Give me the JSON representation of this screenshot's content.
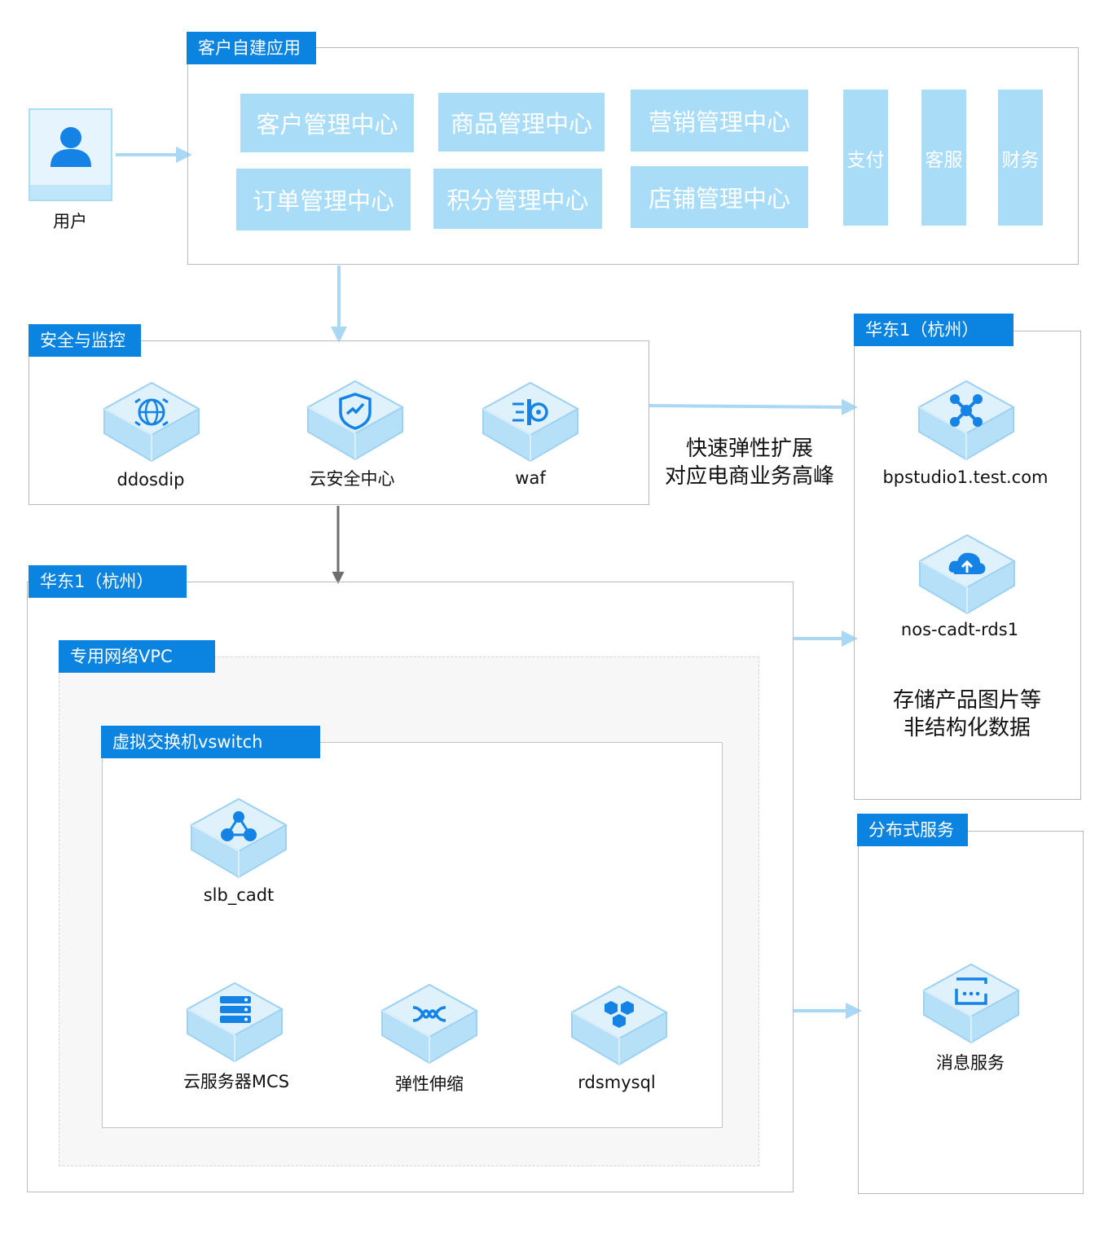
{
  "user": {
    "label": "用户"
  },
  "groups": {
    "app": {
      "title": "客户自建应用"
    },
    "security": {
      "title": "安全与监控"
    },
    "region_main": {
      "title": "华东1（杭州）"
    },
    "vpc": {
      "title": "专用网络VPC"
    },
    "vswitch": {
      "title": "虚拟交换机vswitch"
    },
    "region_right": {
      "title": "华东1（杭州）"
    },
    "distributed": {
      "title": "分布式服务"
    }
  },
  "modules": [
    "客户管理中心",
    "商品管理中心",
    "营销管理中心",
    "订单管理中心",
    "积分管理中心",
    "店铺管理中心",
    "支付",
    "客服",
    "财务"
  ],
  "nodes": {
    "ddosdip": {
      "label": "ddosdip",
      "icon": "globe-icon"
    },
    "cloud_security": {
      "label": "云安全中心",
      "icon": "shield-check-icon"
    },
    "waf": {
      "label": "waf",
      "icon": "firewall-icon"
    },
    "bpstudio": {
      "label": "bpstudio1.test.com",
      "icon": "network-hub-icon"
    },
    "nos": {
      "label": "nos-cadt-rds1",
      "icon": "cloud-upload-icon"
    },
    "slb": {
      "label": "slb_cadt",
      "icon": "load-balancer-icon"
    },
    "mcs": {
      "label": "云服务器MCS",
      "icon": "server-stack-icon"
    },
    "autoscale": {
      "label": "弹性伸缩",
      "icon": "wave-icon"
    },
    "rdsmysql": {
      "label": "rdsmysql",
      "icon": "database-cluster-icon"
    },
    "message": {
      "label": "消息服务",
      "icon": "message-queue-icon"
    }
  },
  "notes": {
    "scale": [
      "快速弹性扩展",
      "对应电商业务高峰"
    ],
    "storage": [
      "存储产品图片等",
      "非结构化数据"
    ]
  },
  "colors": {
    "tag_bg": "#0a84e0",
    "module_bg": "#a8dcf7",
    "arrow_blue": "#a8d8f4",
    "arrow_gray": "#6e6e6e",
    "icon_blue": "#1583e6",
    "hex_face": "#dff2fc",
    "hex_side": "#b6e0f7"
  }
}
